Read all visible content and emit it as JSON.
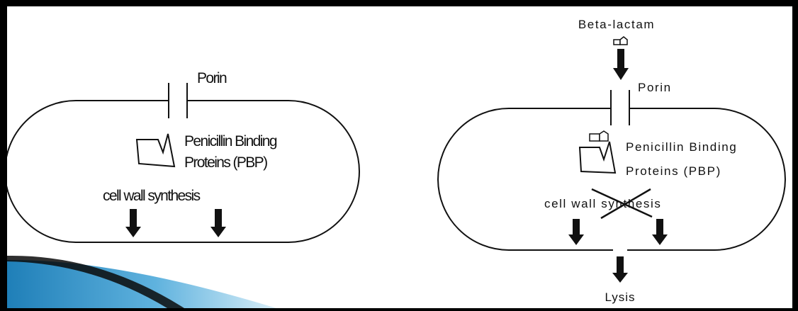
{
  "left_panel": {
    "porin_label": "Porin",
    "pbp_line1": "Penicillin Binding",
    "pbp_line2": "Proteins (PBP)",
    "synthesis_label": "cell wall synthesis"
  },
  "right_panel": {
    "antibiotic_label": "Beta-lactam",
    "porin_label": "Porin",
    "pbp_line1": "Penicillin Binding",
    "pbp_line2": "Proteins (PBP)",
    "synthesis_label": "cell wall synthesis",
    "result_label": "Lysis"
  },
  "colors": {
    "frame": "#000000",
    "background": "#ffffff",
    "line": "#111111",
    "accent_blue": "#2f8fc4",
    "accent_light": "#bfe2f2"
  }
}
